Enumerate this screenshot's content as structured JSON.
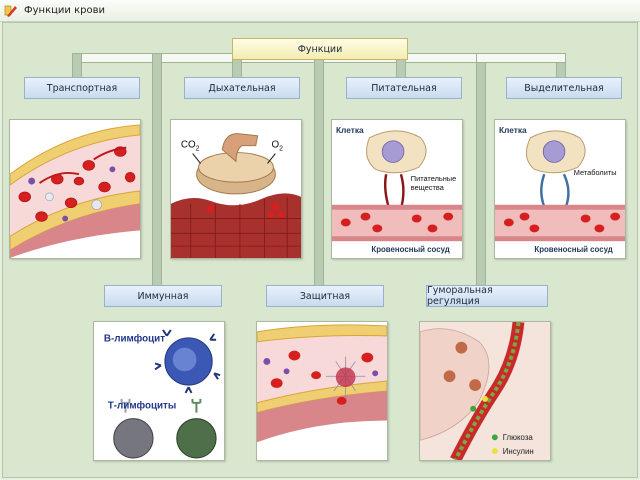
{
  "window": {
    "title": "Функции крови"
  },
  "root_label": "Функции",
  "functions": {
    "transport": "Транспортная",
    "respiratory": "Дыхательная",
    "nutritive": "Питательная",
    "excretory": "Выделительная",
    "immune": "Иммунная",
    "protective": "Защитная",
    "humoral": "Гуморальная регуляция"
  },
  "respiratory_card": {
    "co2": "CO",
    "co2_sub": "2",
    "o2": "O",
    "o2_sub": "2"
  },
  "nutritive_card": {
    "cell": "Клетка",
    "nutrients_line1": "Питательные",
    "nutrients_line2": "вещества",
    "vessel": "Кровеносный сосуд"
  },
  "excretory_card": {
    "cell": "Клетка",
    "metabolites": "Метаболиты",
    "vessel": "Кровеносный сосуд"
  },
  "immune_card": {
    "b_cell": "B-лимфоцит",
    "t_cell": "Т-лимфоциты"
  },
  "humoral_card": {
    "glucose": "Глюкоза",
    "insulin": "Инсулин"
  },
  "colors": {
    "label_blue": "#c9dbef",
    "root_yellow": "#f3ecb0",
    "glucose": "#3ea63e",
    "insulin": "#e8e23a"
  }
}
